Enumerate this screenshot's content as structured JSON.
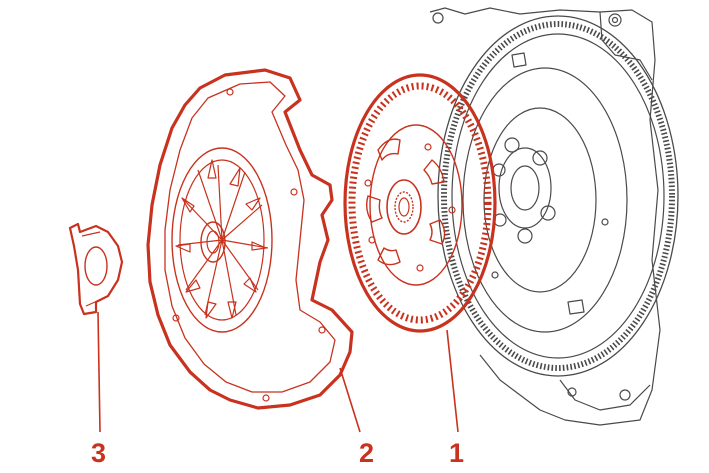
{
  "colors": {
    "highlight": "#c8321e",
    "outline": "#4a4a4a",
    "background": "#ffffff"
  },
  "callouts": [
    {
      "label": "1"
    },
    {
      "label": "2"
    },
    {
      "label": "3"
    }
  ]
}
